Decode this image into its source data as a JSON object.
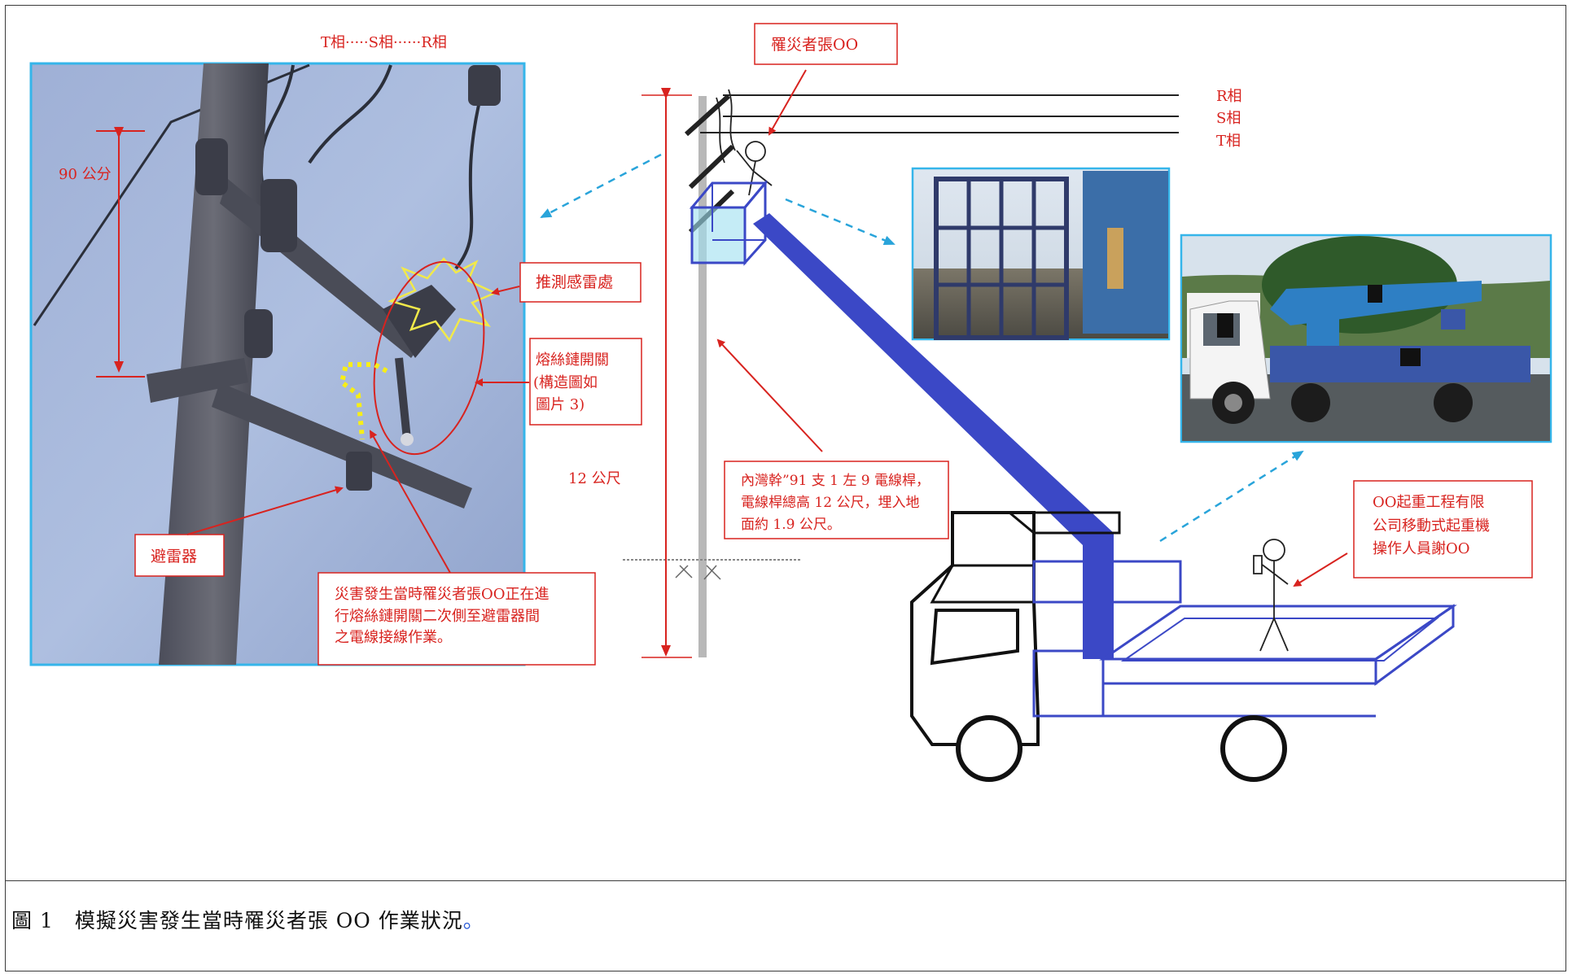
{
  "labels": {
    "phase_order_top": "T相·····S相······R相",
    "victim_top": "罹災者張OO",
    "phase_r": "R相",
    "phase_s": "S相",
    "phase_t": "T相",
    "spacing_90cm": "90 公分",
    "height_12m": "12 公尺",
    "lightning_point": "推測感雷處",
    "fuse_switch": [
      "熔絲鏈開關",
      "(構造圖如",
      "圖片 3)"
    ],
    "arrester": "避雷器",
    "accident_note": [
      "災害發生當時罹災者張OO正在進",
      "行熔絲鏈開關二次側至避雷器間",
      "之電線接線作業。"
    ],
    "pole_note": [
      "內灣幹”91 支 1 左 9 電線桿，",
      "電線桿總高 12 公尺，埋入地",
      "面約 1.9 公尺。"
    ],
    "operator_note": [
      "OO起重工程有限",
      "公司移動式起重機",
      "操作人員謝OO"
    ]
  },
  "caption": {
    "text": "圖 1　模擬災害發生當時罹災者張 OO 作業狀況",
    "period": "。"
  },
  "colors": {
    "annotation_red": "#d8231f",
    "boom_blue": "#3b48c6",
    "dashed_arrow": "#29a4da",
    "photo_border": "#35b5ea"
  }
}
